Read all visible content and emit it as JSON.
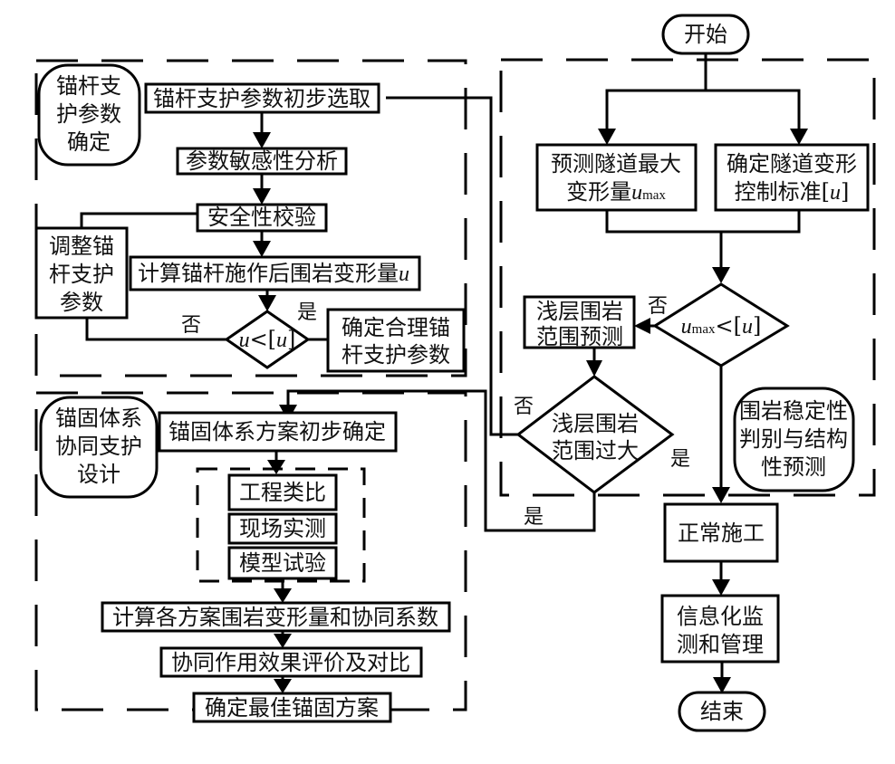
{
  "flowchart": {
    "terminals": {
      "start": "开始",
      "end": "结束"
    },
    "groups": {
      "anchor_param": {
        "lines": [
          "锚杆支",
          "护参数",
          "确定"
        ]
      },
      "anchor_system": {
        "lines": [
          "锚固体系",
          "协同支护",
          "设计"
        ]
      },
      "stability": {
        "lines": [
          "围岩稳定性",
          "判别与结构",
          "性预测"
        ]
      }
    },
    "anchor_param_steps": {
      "initial_select": "锚杆支护参数初步选取",
      "sensitivity": "参数敏感性分析",
      "safety_check": "安全性校验",
      "calc_deform": "计算锚杆施作后围岩变形量",
      "calc_deform_var": "u",
      "adjust": [
        "调整锚",
        "杆支护",
        "参数"
      ],
      "decision_u": "u",
      "decision_lt": "<[",
      "decision_u2": "u",
      "decision_close": "]",
      "final": [
        "确定合理锚",
        "杆支护参数"
      ]
    },
    "anchor_system_steps": {
      "initial": "锚固体系方案初步确定",
      "methods": [
        "工程类比",
        "现场实测",
        "模型试验"
      ],
      "calc": "计算各方案围岩变形量和协同系数",
      "evaluate": "协同作用效果评价及对比",
      "best": "确定最佳锚固方案"
    },
    "stability_steps": {
      "predict_max": [
        "预测隧道最大",
        "变形量"
      ],
      "predict_max_var": "u",
      "predict_max_sub": "max",
      "control_std": [
        "确定隧道变形",
        "控制标准["
      ],
      "control_std_var": "u",
      "control_std_close": "]",
      "decision_main_var": "u",
      "decision_main_sub": "max",
      "decision_main_rest": "<[",
      "decision_main_var2": "u",
      "decision_main_close": "]",
      "shallow_predict": [
        "浅层围岩",
        "范围预测"
      ],
      "shallow_decision": [
        "浅层围岩",
        "范围过大"
      ]
    },
    "construction": {
      "normal": "正常施工",
      "monitor": [
        "信息化监",
        "测和管理"
      ]
    },
    "branch_labels": {
      "yes": "是",
      "no": "否"
    }
  }
}
